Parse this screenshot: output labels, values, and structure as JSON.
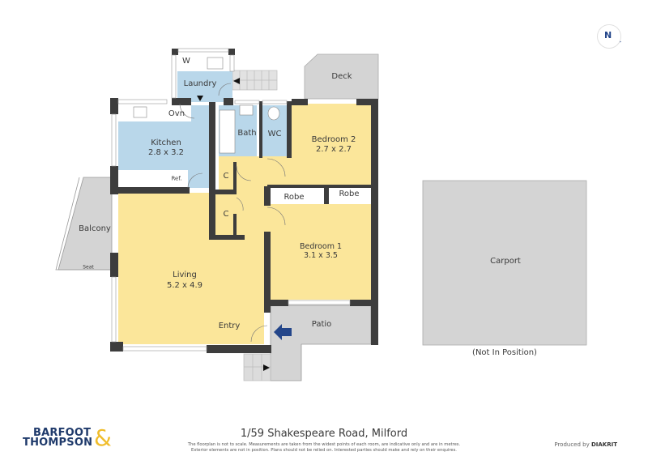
{
  "plan": {
    "address": "1/59 Shakespeare Road, Milford",
    "disclaimer_line1": "The floorplan is not to scale. Measurements are taken from the widest points of each room, are indicative only and are in metres.",
    "disclaimer_line2": "Exterior elements are not in position. Plans should not be relied on. Interested parties should make and rely on their enquires.",
    "compass_label": "N",
    "carport_note": "(Not In Position)"
  },
  "rooms": {
    "laundry": {
      "name": "Laundry"
    },
    "washer": {
      "name": "W"
    },
    "kitchen": {
      "name": "Kitchen",
      "size": "2.8 x 3.2"
    },
    "oven": {
      "name": "Ovn"
    },
    "fridge": {
      "name": "Ref."
    },
    "bath": {
      "name": "Bath"
    },
    "wc": {
      "name": "WC"
    },
    "bedroom2": {
      "name": "Bedroom 2",
      "size": "2.7 x 2.7"
    },
    "deck": {
      "name": "Deck"
    },
    "cupboard1": {
      "name": "C"
    },
    "cupboard2": {
      "name": "C"
    },
    "robe1": {
      "name": "Robe"
    },
    "robe2": {
      "name": "Robe"
    },
    "bedroom1": {
      "name": "Bedroom 1",
      "size": "3.1 x 3.5"
    },
    "balcony": {
      "name": "Balcony"
    },
    "balcony_seat": {
      "name": "Seat"
    },
    "living": {
      "name": "Living",
      "size": "5.2 x 4.9"
    },
    "entry": {
      "name": "Entry"
    },
    "patio": {
      "name": "Patio"
    },
    "carport": {
      "name": "Carport"
    }
  },
  "branding": {
    "agency_line1": "BARFOOT",
    "agency_line2": "THOMPSON",
    "agency_amp": "&",
    "produced_by_prefix": "Produced by ",
    "produced_by_name": "DIAKRIT"
  },
  "colors": {
    "wall": "#3d3d3d",
    "living_zone": "#fbe69a",
    "wet_zone": "#b9d7ea",
    "exterior": "#d4d4d4",
    "entry_arrow": "#24468a",
    "brand_navy": "#1f3a6b",
    "brand_gold": "#f0bd2b"
  }
}
